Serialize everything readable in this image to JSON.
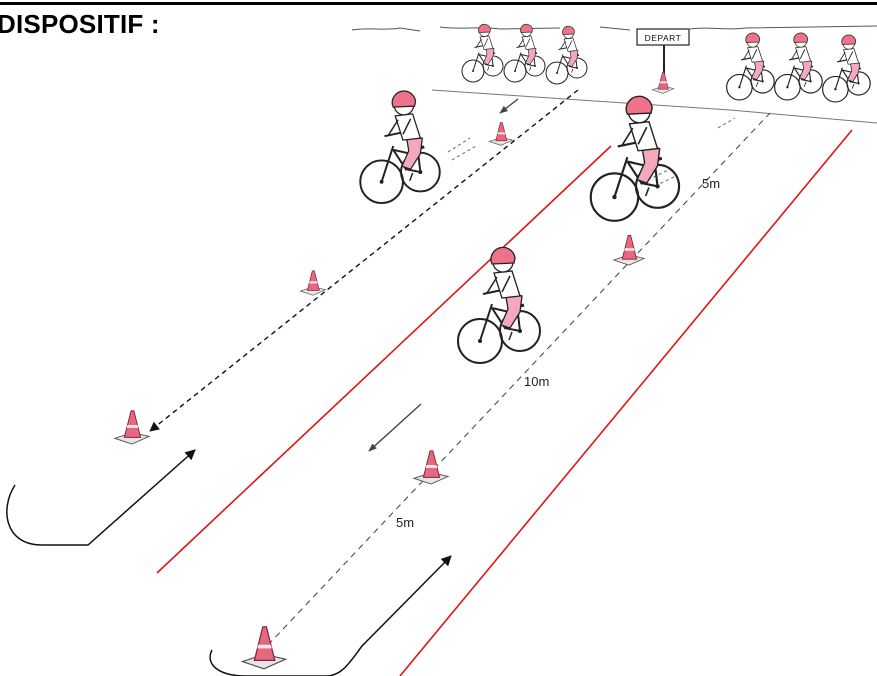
{
  "title": "DISPOSITIF :",
  "sign": {
    "label": "DEPART"
  },
  "distances": {
    "upper": "5m",
    "middle": "10m",
    "lower": "5m"
  },
  "colors": {
    "lane_line": "#e01414",
    "cone": "#e8677f",
    "helmet": "#ee7289",
    "ink": "#222222"
  }
}
